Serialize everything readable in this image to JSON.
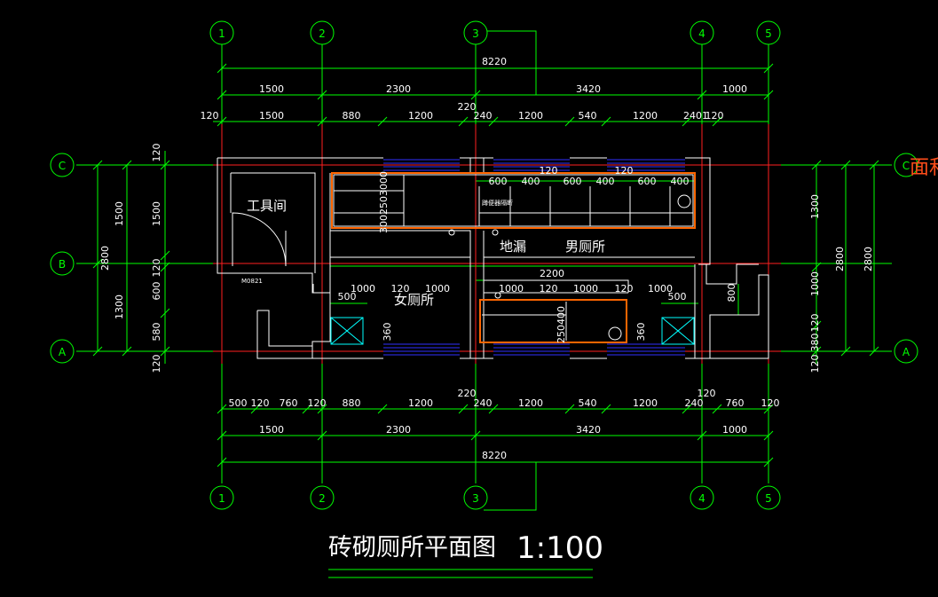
{
  "drawing": {
    "title": "砖砌厕所平面图",
    "scale": "1:100",
    "colors": {
      "background": "#000000",
      "axis_grid": "#00ff00",
      "center_line": "#ff2020",
      "walls": "#ffffff",
      "fixtures": "#ff6600",
      "windows": "#3030ff",
      "vents": "#00ffff"
    }
  },
  "axes": {
    "vertical": [
      "1",
      "2",
      "3",
      "4",
      "5"
    ],
    "horizontal": [
      "C",
      "B",
      "A"
    ]
  },
  "rooms": {
    "tool_room": "工具间",
    "mens": "男厕所",
    "womens": "女厕所",
    "floor_drain": "地漏",
    "door_tag": "M0821",
    "fixture_note": "蹲便器隔断"
  },
  "dimensions": {
    "top_total": "8220",
    "top_row1": [
      "1500",
      "2300",
      "3420",
      "1000"
    ],
    "top_row2": [
      "120",
      "1500",
      "880",
      "1200",
      "240",
      "1200",
      "540",
      "1200",
      "240",
      "120"
    ],
    "top_mid_220": "220",
    "top_mid_2401": "2401",
    "interior_row": [
      "120",
      "120",
      "600",
      "400",
      "600",
      "400",
      "600",
      "400"
    ],
    "middle_row": [
      "1000",
      "120",
      "1000",
      "1000",
      "120",
      "1000",
      "120",
      "1000"
    ],
    "middle_2200": "2200",
    "small_500": [
      "500",
      "500"
    ],
    "small_800": "800",
    "small_360": [
      "360",
      "360"
    ],
    "small_250400": "250400",
    "small_3003": "3002503000",
    "bottom_row1": [
      "500",
      "120",
      "760",
      "120",
      "880",
      "1200",
      "240",
      "1200",
      "540",
      "1200",
      "240",
      "760",
      "120"
    ],
    "bottom_220": "220",
    "bottom_120": "120",
    "bottom_row2": [
      "1500",
      "2300",
      "3420",
      "1000"
    ],
    "bottom_total": "8220",
    "left_outer": [
      "1500",
      "1300"
    ],
    "left_total": "2800",
    "left_inner": [
      "120",
      "1500",
      "120",
      "600",
      "580",
      "120"
    ],
    "right_inner": [
      "1300",
      "1000",
      "120",
      "380",
      "120"
    ],
    "right_total": [
      "2800",
      "2800"
    ]
  },
  "cut_text": "面和"
}
